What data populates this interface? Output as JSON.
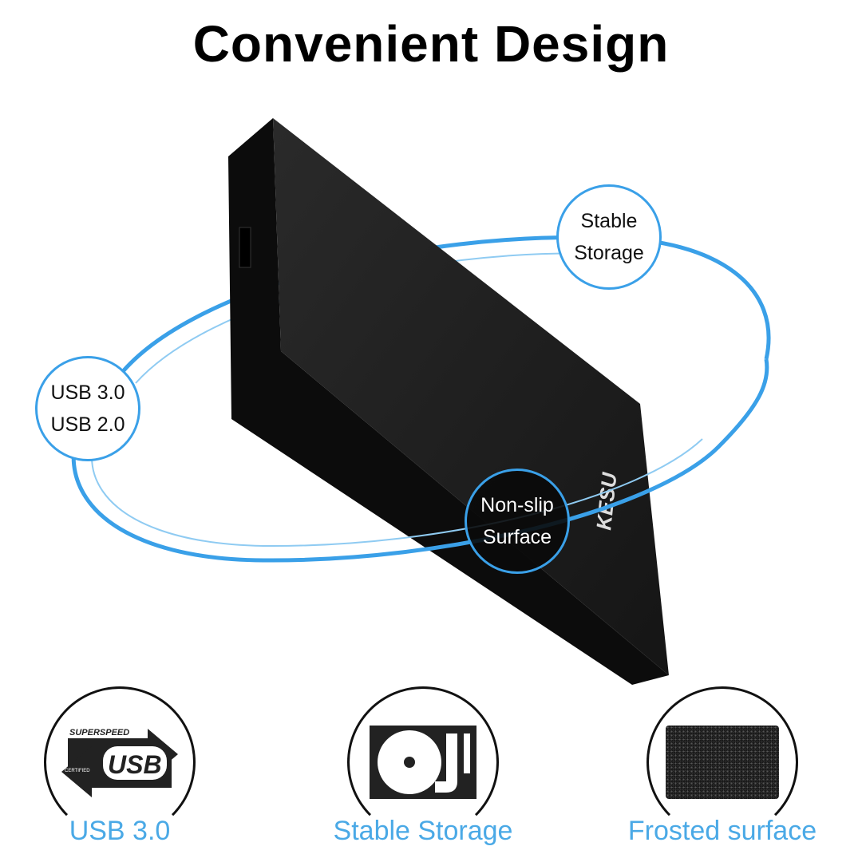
{
  "title": "Convenient Design",
  "brand_logo": "KESU",
  "callouts": [
    {
      "line1": "Stable",
      "line2": "Storage"
    },
    {
      "line1": "USB 3.0",
      "line2": "USB 2.0"
    },
    {
      "line1": "Non-slip",
      "line2": "Surface"
    }
  ],
  "features": [
    {
      "label": "USB 3.0",
      "icon": "superspeed-usb-icon",
      "logo_top": "SUPERSPEED",
      "logo_main": "USB",
      "logo_small": "CERTIFIED"
    },
    {
      "label": "Stable Storage",
      "icon": "hard-disk-icon"
    },
    {
      "label": "Frosted surface",
      "icon": "frosted-texture-icon"
    }
  ],
  "colors": {
    "accent": "#4aa9e6",
    "ring": "#3aa0e8",
    "drive": "#1a1a1a"
  }
}
